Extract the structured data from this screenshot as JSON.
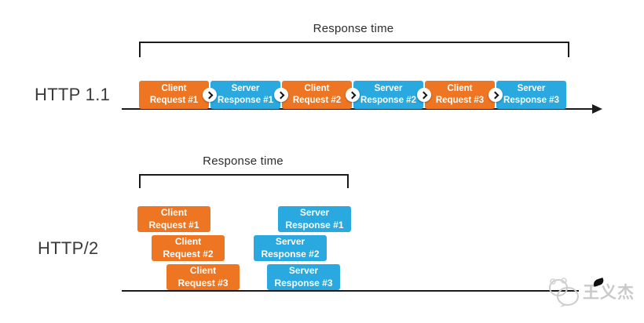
{
  "colors": {
    "client_orange": "#EE7623",
    "server_blue": "#29A9E0",
    "line_black": "#1b1b1b",
    "label_gray": "#3a3a3a",
    "watermark_gray": "#c9c9c9"
  },
  "http11": {
    "label": "HTTP 1.1",
    "response_time_label": "Response time",
    "boxes": [
      {
        "type": "client",
        "line1": "Client",
        "line2": "Request #1"
      },
      {
        "type": "server",
        "line1": "Server",
        "line2": "Response #1"
      },
      {
        "type": "client",
        "line1": "Client",
        "line2": "Request #2"
      },
      {
        "type": "server",
        "line1": "Server",
        "line2": "Response #2"
      },
      {
        "type": "client",
        "line1": "Client",
        "line2": "Request #3"
      },
      {
        "type": "server",
        "line1": "Server",
        "line2": "Response #3"
      }
    ]
  },
  "http2": {
    "label": "HTTP/2",
    "response_time_label": "Response time",
    "requests": [
      {
        "line1": "Client",
        "line2": "Request #1"
      },
      {
        "line1": "Client",
        "line2": "Request #2"
      },
      {
        "line1": "Client",
        "line2": "Request #3"
      }
    ],
    "responses": [
      {
        "line1": "Server",
        "line2": "Response #1"
      },
      {
        "line1": "Server",
        "line2": "Response #2"
      },
      {
        "line1": "Server",
        "line2": "Response #3"
      }
    ]
  },
  "watermark": {
    "text": "王义杰"
  }
}
